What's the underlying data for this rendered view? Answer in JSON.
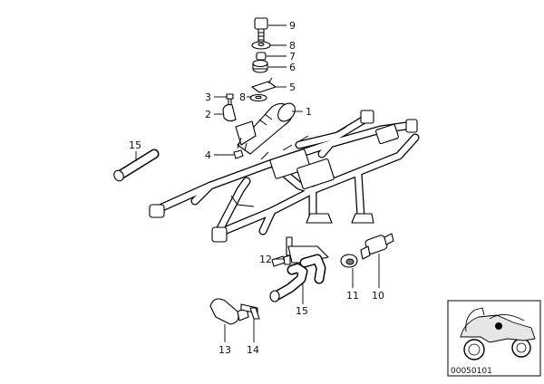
{
  "callouts": {
    "c1": "1",
    "c2": "2",
    "c3": "3",
    "c4": "4",
    "c5": "5",
    "c6": "6",
    "c7": "7",
    "c8a": "8",
    "c8b": "8",
    "c9": "9",
    "c10": "10",
    "c11": "11",
    "c12": "12",
    "c13": "13",
    "c14": "14",
    "c15a": "15",
    "c15b": "15"
  },
  "inset": {
    "reference_code": "00050101"
  }
}
